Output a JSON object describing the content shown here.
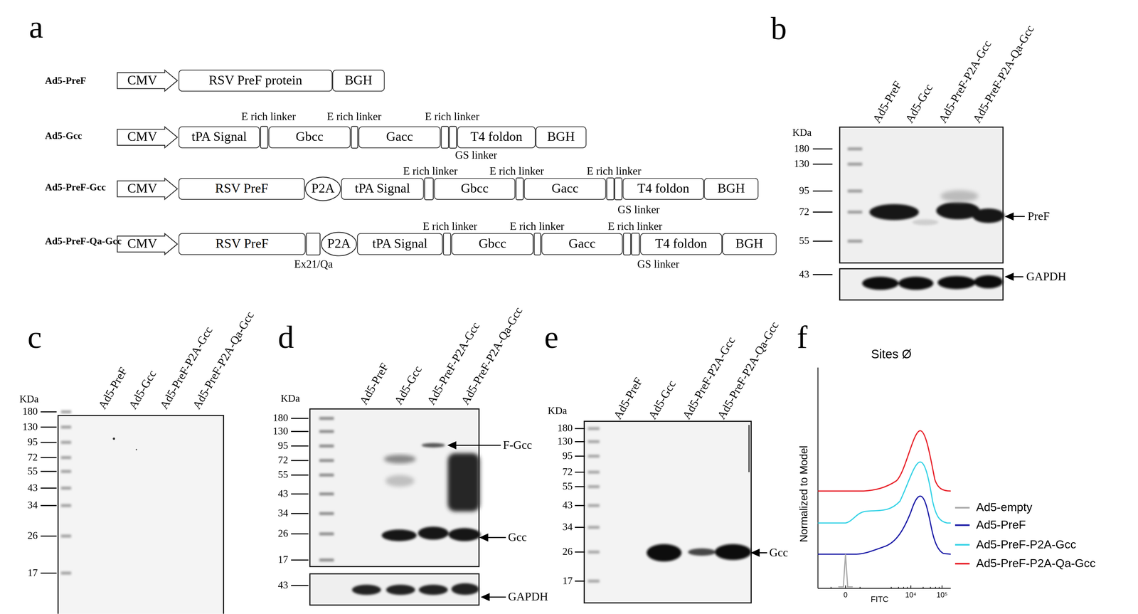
{
  "diagram": {
    "nodes": [
      {
        "text": [
          "CMV"
        ]
      },
      {
        "text": [
          "RSV PreF protein"
        ]
      },
      {
        "text": [
          "BGH"
        ]
      },
      {
        "text": [
          "CMV"
        ]
      },
      {
        "text": [
          "tPA Signal"
        ]
      },
      {
        "text": [
          "Gbcc"
        ]
      },
      {
        "text": [
          "Gacc"
        ]
      },
      {
        "text": [
          "T4 foldon"
        ]
      },
      {
        "text": [
          "BGH"
        ]
      },
      {
        "text": [
          "CMV"
        ]
      },
      {
        "text": [
          "RSV PreF"
        ]
      },
      {
        "text": [
          "P2A"
        ]
      },
      {
        "text": [
          "tPA Signal"
        ]
      },
      {
        "text": [
          "Gbcc"
        ]
      },
      {
        "text": [
          "Gacc"
        ]
      },
      {
        "text": [
          "T4 foldon"
        ]
      },
      {
        "text": [
          "BGH"
        ]
      },
      {
        "text": [
          "CMV"
        ]
      },
      {
        "text": [
          "RSV PreF"
        ]
      },
      {
        "text": [
          "P2A"
        ]
      },
      {
        "text": [
          "tPA Signal"
        ]
      },
      {
        "text": [
          "Gbcc"
        ]
      },
      {
        "text": [
          "Gacc"
        ]
      },
      {
        "text": [
          "T4 foldon"
        ]
      },
      {
        "text": [
          "BGH"
        ]
      }
    ],
    "labels": [
      "a",
      "Ad5-PreF",
      "Ad5-Gcc",
      "Ad5-PreF-Gcc",
      "Ad5-PreF-Qa-Gcc",
      "E rich linker",
      "E rich linker",
      "E rich linker",
      "GS linker",
      "E rich linker",
      "E rich linker",
      "E rich linker",
      "GS linker",
      "E rich linker",
      "E rich linker",
      "E rich linker",
      "Ex21/Qa",
      "GS linker",
      "b",
      "Ad5-PreF",
      "Ad5-Gcc",
      "Ad5-PreF-P2A-Gcc",
      "Ad5-PreF-P2A-Qa-Gcc",
      "KDa",
      "180",
      "130",
      "95",
      "72",
      "55",
      "43",
      "PreF",
      "GAPDH",
      "c",
      "Ad5-PreF",
      "Ad5-Gcc",
      "Ad5-PreF-P2A-Gcc",
      "Ad5-PreF-P2A-Qa-Gcc",
      "KDa",
      "180",
      "130",
      "95",
      "72",
      "55",
      "43",
      "34",
      "26",
      "17",
      "d",
      "KDa",
      "Ad5-PreF",
      "Ad5-Gcc",
      "Ad5-PreF-P2A-Gcc",
      "Ad5-PreF-P2A-Qa-Gcc",
      "180",
      "130",
      "95",
      "72",
      "55",
      "43",
      "34",
      "26",
      "17",
      "43",
      "F-Gcc",
      "Gcc",
      "GAPDH",
      "e",
      "Ad5-PreF",
      "Ad5-Gcc",
      "Ad5-PreF-P2A-Gcc",
      "Ad5-PreF-P2A-Qa-Gcc",
      "KDa",
      "180",
      "130",
      "95",
      "72",
      "55",
      "43",
      "34",
      "26",
      "17",
      "Gcc",
      "f",
      "Sites Ø",
      "Normalized to Model",
      "0",
      "10⁴",
      "10⁵",
      "FITC"
    ],
    "legend": [
      {
        "text": "Ad5-empty"
      },
      {
        "text": "Ad5-PreF"
      },
      {
        "text": "Ad5-PreF-P2A-Gcc"
      },
      {
        "text": "Ad5-PreF-P2A-Qa-Gcc"
      }
    ]
  }
}
